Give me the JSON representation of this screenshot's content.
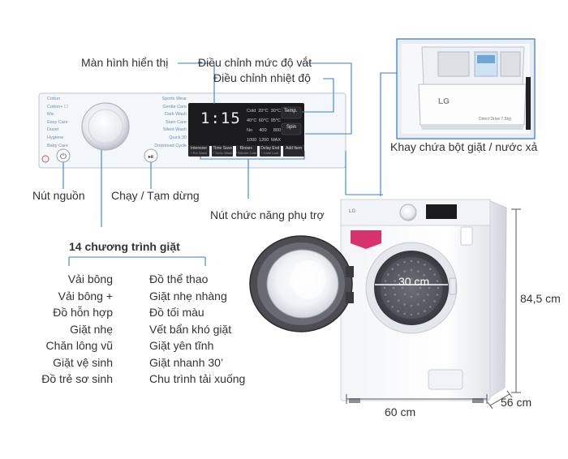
{
  "callouts": {
    "display": "Màn hình hiển thị",
    "level_adjust": "Điều chỉnh mức độ vắt",
    "temp_adjust": "Điều chỉnh nhiệt độ",
    "detergent_tray": "Khay chứa bột giặt / nước xả",
    "power_button": "Nút nguồn",
    "start_pause": "Chạy / Tạm dừng",
    "aux_buttons": "Nút chức năng phụ trợ"
  },
  "programs": {
    "title": "14 chương trình giặt",
    "left": [
      "Vải bông",
      "Vải bông +",
      "Đồ hỗn hợp",
      "Giặt nhẹ",
      "Chăn lông vũ",
      "Giặt vệ sinh",
      "Đồ trẻ sơ sinh"
    ],
    "right": [
      "Đồ thể thao",
      "Giặt nhẹ nhàng",
      "Đồ tối màu",
      "Vết bẩn khó giặt",
      "Giặt yên tĩnh",
      "Giặt nhanh 30’",
      "Chu trình tải xuống"
    ]
  },
  "dimensions": {
    "door": "30 cm",
    "height": "84,5 cm",
    "width": "60 cm",
    "depth": "56 cm"
  },
  "panel": {
    "dial_left": [
      "Cotton",
      "Cotton+ ☐",
      "Mix",
      "Easy Care",
      "Duvet",
      "Hygiene",
      "Baby Care"
    ],
    "dial_right": [
      "Sports Wear",
      "Gentle Care",
      "Dark Wash",
      "Stain Care",
      "Silent Wash",
      "Quick 30",
      "Download Cycle"
    ],
    "display_digits": "1:15",
    "temp_label": "Temp.",
    "spin_label": "Spin",
    "temp_values": [
      "Cold",
      "20°C",
      "30°C",
      "40°C",
      "60°C",
      "95°C"
    ],
    "spin_values": [
      "No",
      "400",
      "800",
      "1000",
      "1200",
      "MAX"
    ],
    "option_buttons": [
      "Intensive",
      "Time Save",
      "Rinse+",
      "Delay End",
      "Add Item"
    ],
    "option_sub": [
      "* Pre Wash",
      "* Turbo Wash",
      "* Wrinkle Care",
      "* Child Lock",
      ""
    ],
    "tray_brand": "LG",
    "tray_text": "Direct Drive 7.5kg",
    "washer_brand": "LG"
  },
  "colors": {
    "callout_line": "#3a7fd5",
    "panel_bg": "#f4f7fa",
    "display_bg": "#1b1b1e",
    "badge": "#d6336c",
    "door_gray": "#4c4c52"
  }
}
